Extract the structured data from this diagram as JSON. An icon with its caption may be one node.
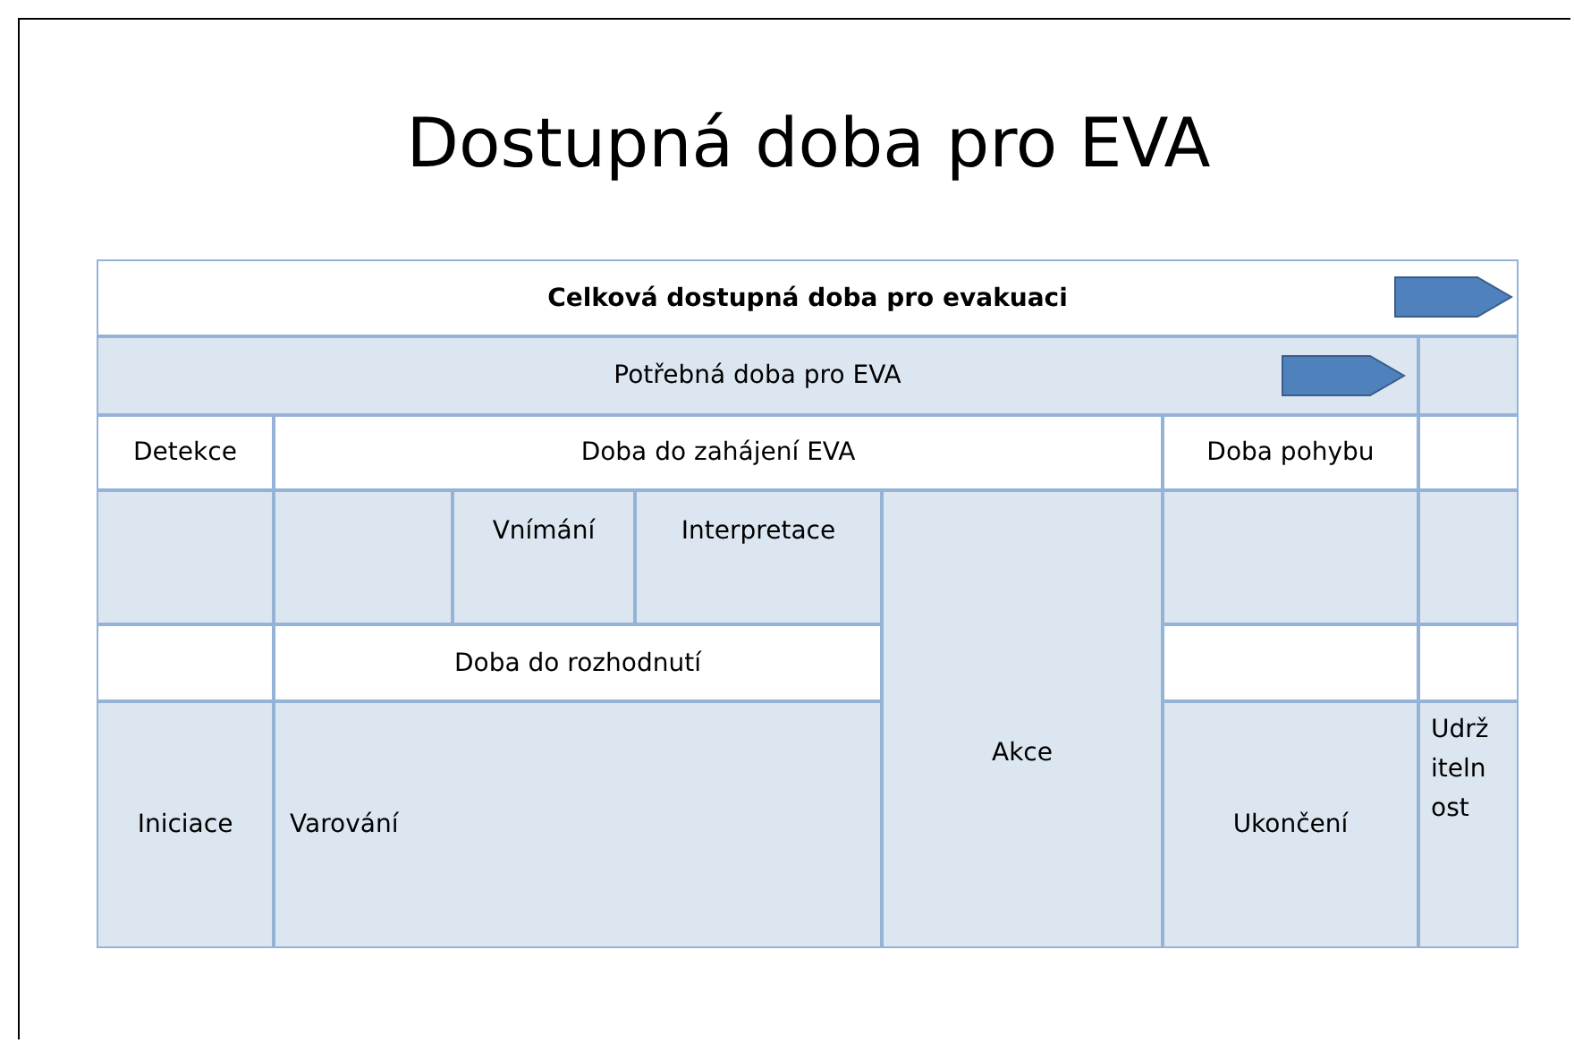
{
  "diagram": {
    "title": "Dostupná doba pro EVA",
    "nodes": [
      {
        "text": [
          "Celková dostupná doba pro evakuaci"
        ]
      },
      {
        "text": [
          "Potřebná doba pro EVA"
        ]
      },
      {
        "text": [],
        "shape": "box"
      },
      {
        "text": [
          "Detekce"
        ]
      },
      {
        "text": [
          "Doba do zahájení EVA"
        ]
      },
      {
        "text": [
          "Doba pohybu"
        ]
      },
      {
        "text": [],
        "shape": "box"
      },
      {
        "text": [],
        "shape": "box"
      },
      {
        "text": [],
        "shape": "box"
      },
      {
        "text": [
          "Vnímání"
        ]
      },
      {
        "text": [
          "Interpretace"
        ]
      },
      {
        "text": [
          "Akce"
        ]
      },
      {
        "text": [],
        "shape": "box"
      },
      {
        "text": [],
        "shape": "box"
      },
      {
        "text": [],
        "shape": "box"
      },
      {
        "text": [
          "Doba do rozhodnutí"
        ]
      },
      {
        "text": [],
        "shape": "box"
      },
      {
        "text": [],
        "shape": "box"
      },
      {
        "text": [
          "Iniciace"
        ]
      },
      {
        "text": [
          "Varování"
        ]
      },
      {
        "text": [
          "Ukončení"
        ]
      },
      {
        "text": [
          "Udržitelnost"
        ]
      }
    ]
  }
}
